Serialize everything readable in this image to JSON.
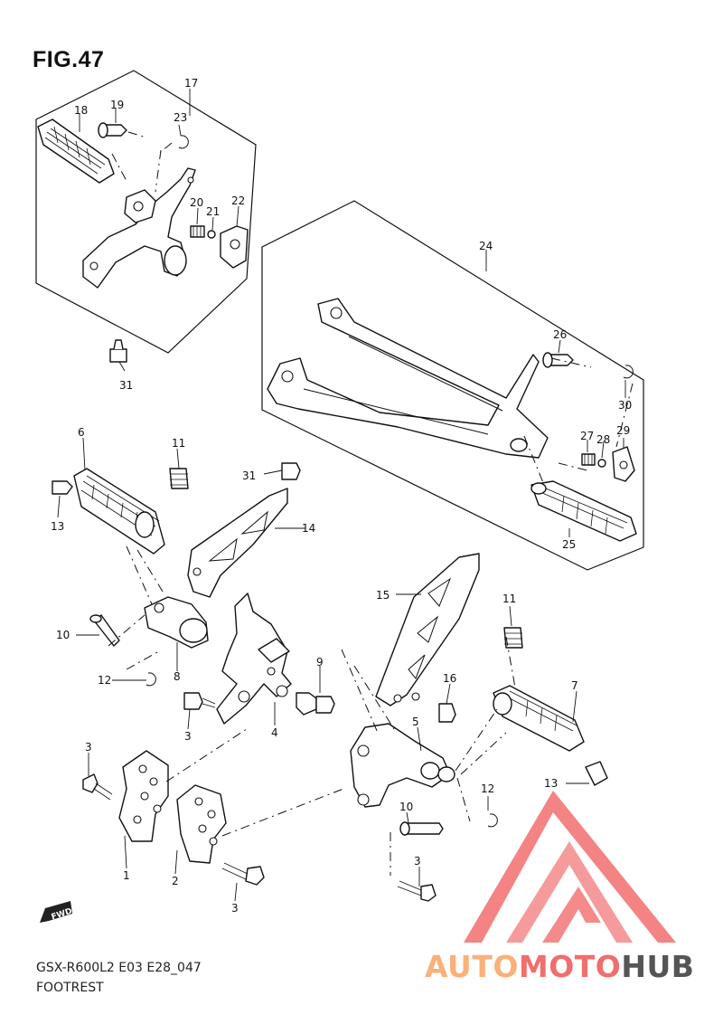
{
  "figure": {
    "title": "FIG.47"
  },
  "footer": {
    "model_code": "GSX-R600L2 E03 E28_047",
    "part_group": "FOOTREST"
  },
  "direction_badge": {
    "text": "FWD"
  },
  "watermark": {
    "brand_part1": "AUTO",
    "brand_part2": "MOTO",
    "brand_part3": "HUB",
    "color_light": "#fbb07a",
    "color_red": "#f26d6d",
    "color_dark": "#555555"
  },
  "callouts": {
    "c1": "1",
    "c2": "2",
    "c3a": "3",
    "c3b": "3",
    "c3c": "3",
    "c3d": "3",
    "c4": "4",
    "c5": "5",
    "c6": "6",
    "c7": "7",
    "c8": "8",
    "c9": "9",
    "c10a": "10",
    "c10b": "10",
    "c11a": "11",
    "c11b": "11",
    "c12a": "12",
    "c12b": "12",
    "c13a": "13",
    "c13b": "13",
    "c14": "14",
    "c15": "15",
    "c16": "16",
    "c17": "17",
    "c18": "18",
    "c19": "19",
    "c20": "20",
    "c21": "21",
    "c22": "22",
    "c23": "23",
    "c24": "24",
    "c25": "25",
    "c26": "26",
    "c27": "27",
    "c28": "28",
    "c29": "29",
    "c30": "30",
    "c31a": "31",
    "c31b": "31"
  }
}
